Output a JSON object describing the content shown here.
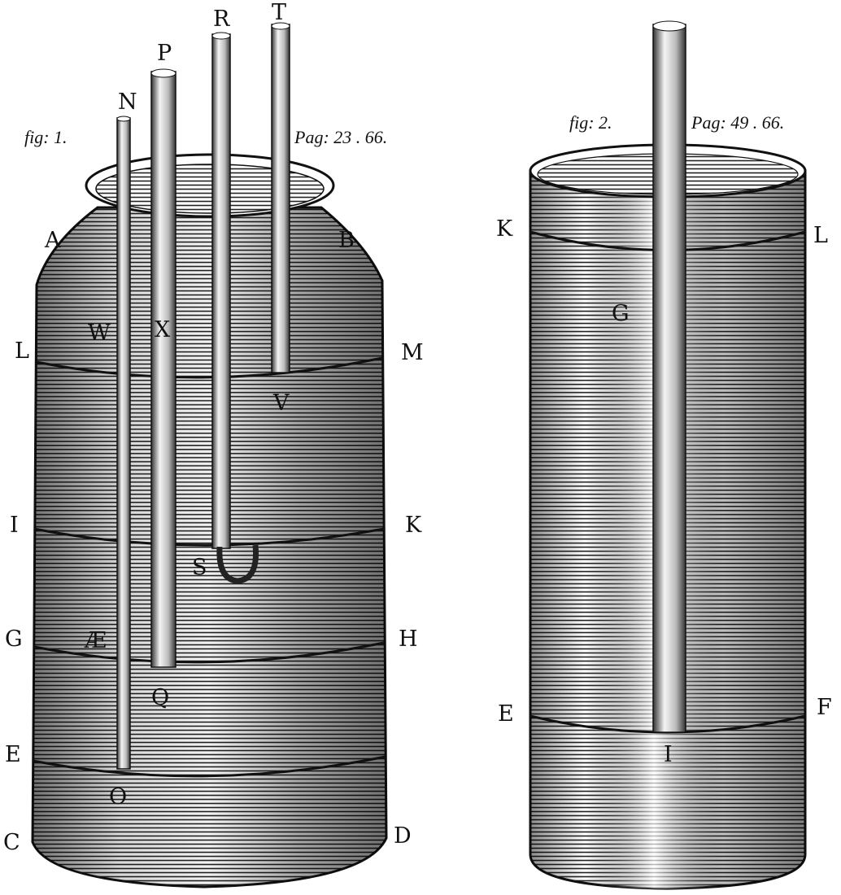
{
  "figure1": {
    "caption_fig": "fig: 1.",
    "caption_page": "Pag: 23 . 66.",
    "labels": {
      "N": "N",
      "P": "P",
      "R": "R",
      "T": "T",
      "A": "A",
      "B": "B",
      "L": "L",
      "M": "M",
      "W": "W",
      "X": "X",
      "V": "V",
      "I": "I",
      "K": "K",
      "S": "S",
      "G": "G",
      "AE": "Æ",
      "H": "H",
      "Q": "Q",
      "E": "E",
      "O": "O",
      "C": "C",
      "D": "D"
    }
  },
  "figure2": {
    "caption_fig": "fig: 2.",
    "caption_page": "Pag: 49 . 66.",
    "labels": {
      "K": "K",
      "L": "L",
      "G": "G",
      "E": "E",
      "F": "F",
      "I": "I"
    }
  },
  "colors": {
    "ink": "#111111",
    "paper": "#ffffff",
    "shade": "#555555"
  }
}
